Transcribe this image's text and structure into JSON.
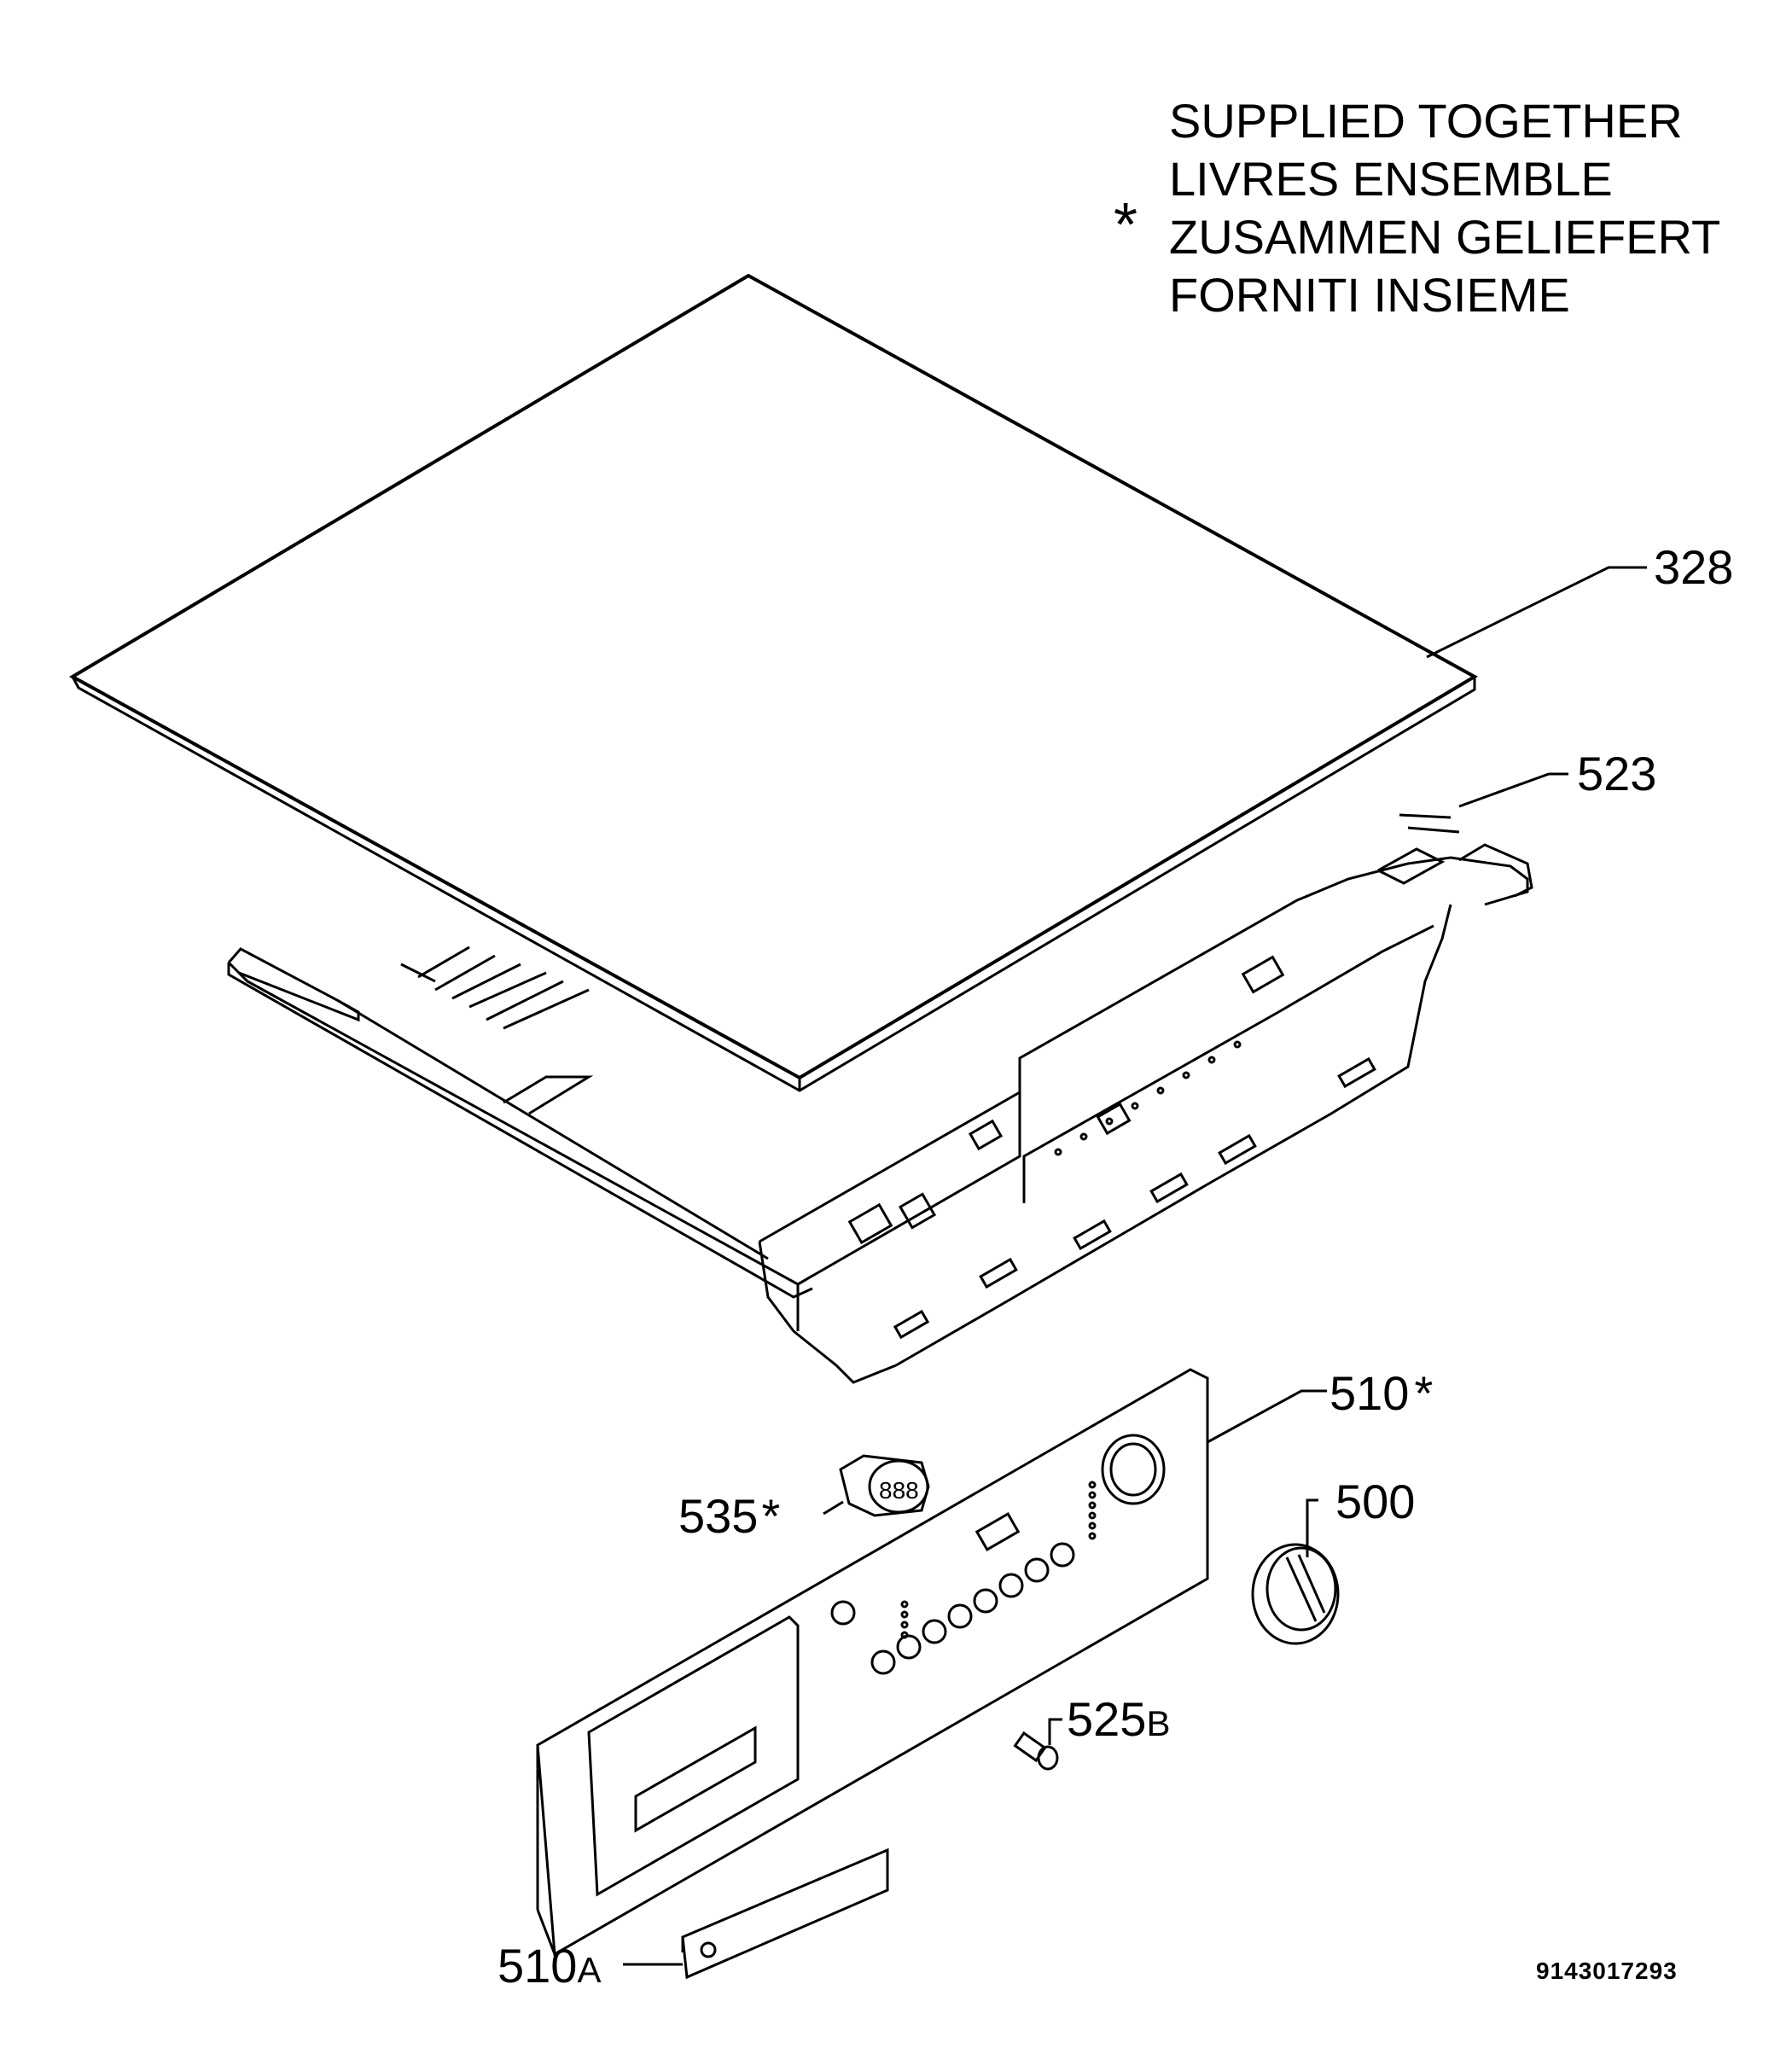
{
  "legend": {
    "marker": "*",
    "lines": [
      "SUPPLIED TOGETHER",
      "LIVRES ENSEMBLE",
      "ZUSAMMEN GELIEFERT",
      "FORNITI INSIEME"
    ]
  },
  "parts": {
    "p328": "328",
    "p523": "523",
    "p510": "510",
    "p510_marker": "*",
    "p535": "535",
    "p535_marker": "*",
    "p500": "500",
    "p525b": "525",
    "p525b_suffix": "B",
    "p510a": "510",
    "p510a_suffix": "A"
  },
  "display_digits": "888",
  "document_number": "9143017293"
}
